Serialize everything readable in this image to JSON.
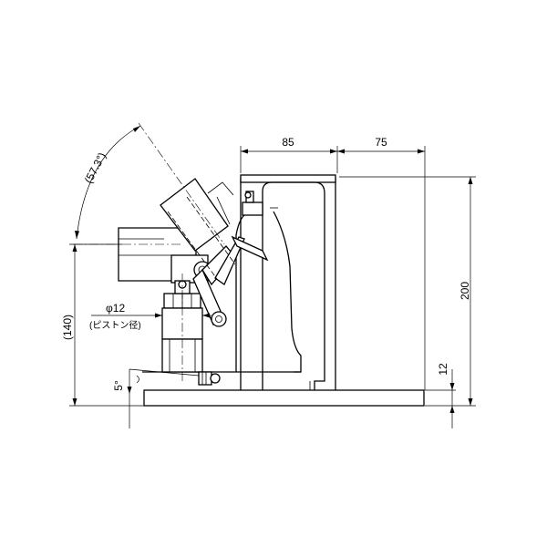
{
  "dimensions": {
    "top_left_width": "85",
    "top_right_width": "75",
    "total_height": "200",
    "toe_height": "12",
    "lift_height": "(140)",
    "tilt_angle": "(57.3°)",
    "base_angle": "5°",
    "piston_diameter": "φ12",
    "piston_note": "(ピストン径)"
  }
}
